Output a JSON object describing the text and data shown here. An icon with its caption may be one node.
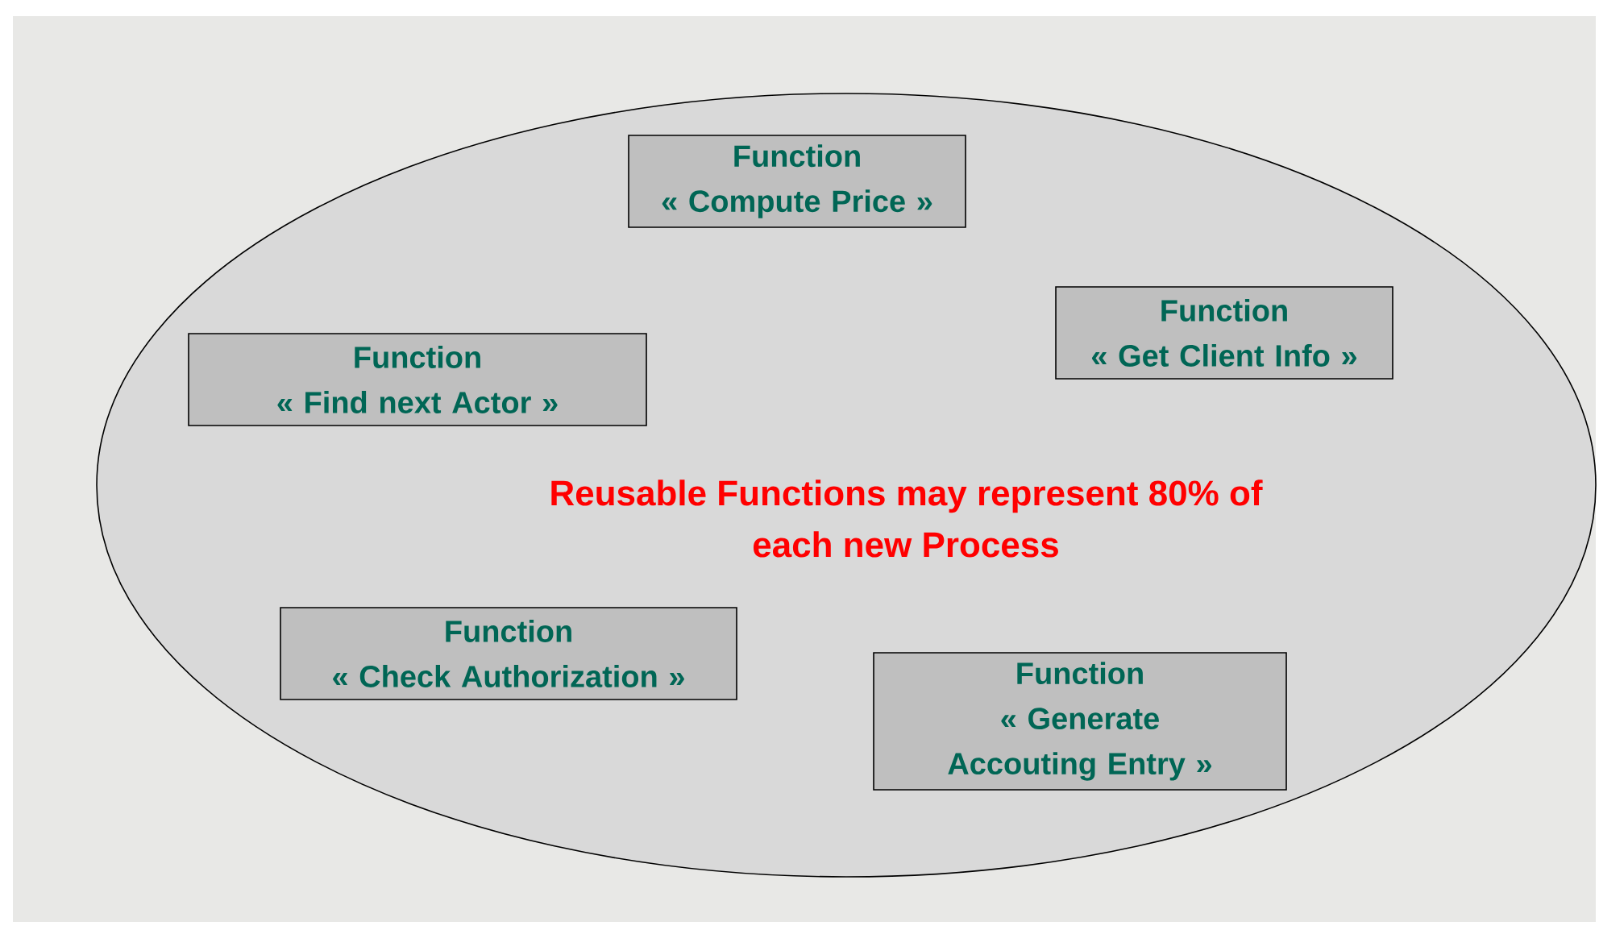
{
  "diagram": {
    "nodes": [
      {
        "text": [
          "Reusable Functions may represent 80% of each new Process"
        ]
      },
      {
        "text": [
          "Function",
          "« Compute Price »"
        ],
        "in": 0
      },
      {
        "text": [
          "Function",
          "« Get Client Info »"
        ],
        "in": 0
      },
      {
        "text": [
          "Function",
          "« Find next Actor »"
        ],
        "in": 0
      },
      {
        "text": [
          "Function",
          "« Check Authorization »"
        ],
        "in": 0
      },
      {
        "text": [
          "Function",
          "« Generate Accouting Entry »"
        ],
        "in": 0
      }
    ]
  }
}
